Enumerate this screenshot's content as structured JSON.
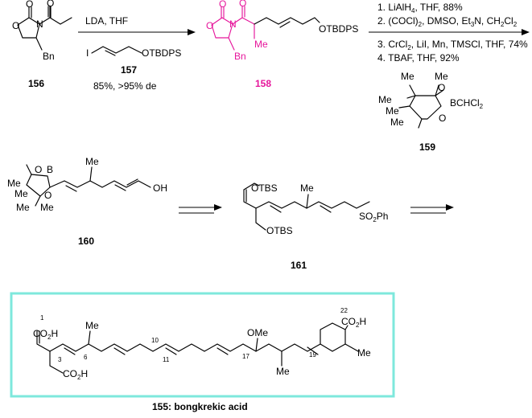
{
  "compounds": {
    "c156": {
      "number": "156",
      "bn": "Bn",
      "o": "O",
      "n": "N"
    },
    "c157": {
      "number": "157",
      "i": "I",
      "group": "OTBDPS"
    },
    "c158": {
      "number": "158",
      "bn": "Bn",
      "me": "Me",
      "o": "O",
      "n": "N",
      "group": "OTBDPS"
    },
    "c159": {
      "number": "159",
      "me": "Me",
      "boron": "BCHCl",
      "sub": "2",
      "o": "O"
    },
    "c160": {
      "number": "160",
      "me": "Me",
      "b": "B",
      "o": "O",
      "oh": "OH"
    },
    "c161": {
      "number": "161",
      "me": "Me",
      "otbs": "OTBS",
      "so2ph_a": "SO",
      "so2ph_sub": "2",
      "so2ph_b": "Ph"
    },
    "c155": {
      "title": "155: bongkrekic acid",
      "me": "Me",
      "ome": "OMe",
      "co2h_a": "CO",
      "co2h_sub": "2",
      "co2h_b": "H",
      "labels": [
        "1",
        "3",
        "6",
        "10",
        "11",
        "17",
        "19",
        "22"
      ]
    }
  },
  "step1": {
    "reagents": "LDA, THF",
    "yield": "85%, >95% de"
  },
  "step2": {
    "l1a": "1. LiAlH",
    "l1sub": "4",
    "l1b": ", THF, 88%",
    "l2a": "2. (COCl)",
    "l2sub": "2",
    "l2b": ", DMSO, Et",
    "l2sub2": "3",
    "l2c": "N, CH",
    "l2sub3": "2",
    "l2d": "Cl",
    "l2sub4": "2",
    "l3a": "3. CrCl",
    "l3sub": "2",
    "l3b": ", LiI, Mn, TMSCl, THF, 74%",
    "l4": "4. TBAF, THF, 92%"
  },
  "colors": {
    "highlight": "#e6169b",
    "box": "#7ee8dc"
  }
}
